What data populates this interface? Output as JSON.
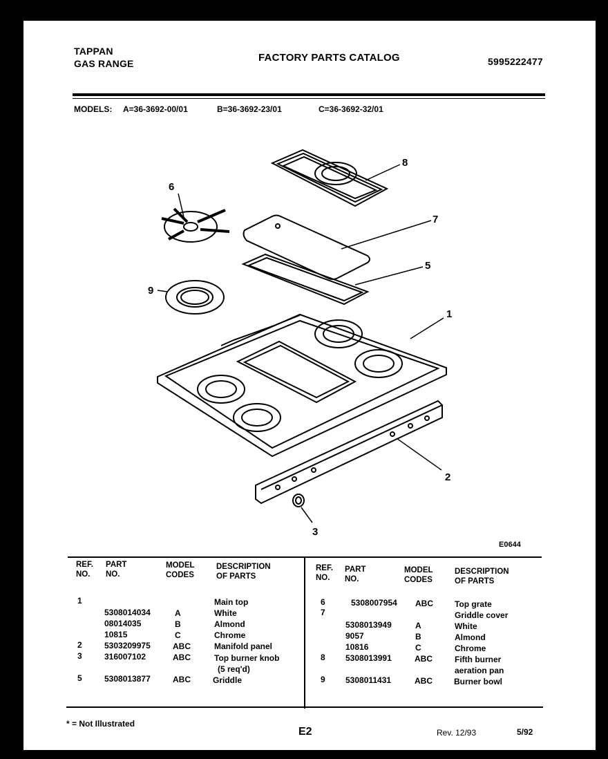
{
  "header": {
    "brand": "TAPPAN",
    "product": "GAS RANGE",
    "title": "FACTORY PARTS CATALOG",
    "catalog_number": "5995222477"
  },
  "models": {
    "label": "MODELS:",
    "a": "A=36-3692-00/01",
    "b": "B=36-3692-23/01",
    "c": "C=36-3692-32/01"
  },
  "diagram": {
    "code": "E0644",
    "callouts": [
      "8",
      "6",
      "7",
      "5",
      "9",
      "1",
      "2",
      "3"
    ]
  },
  "table": {
    "headers": {
      "ref": [
        "REF.",
        "NO."
      ],
      "part": [
        "PART",
        "NO."
      ],
      "model": [
        "MODEL",
        "CODES"
      ],
      "desc": [
        "DESCRIPTION",
        "OF PARTS"
      ]
    },
    "left_rows": [
      {
        "ref": "1",
        "part": "",
        "model": "",
        "desc": "Main top"
      },
      {
        "ref": "",
        "part": "5308014034",
        "model": "A",
        "desc": "White"
      },
      {
        "ref": "",
        "part": "08014035",
        "model": "B",
        "desc": "Almond"
      },
      {
        "ref": "",
        "part": "10815",
        "model": "C",
        "desc": "Chrome"
      },
      {
        "ref": "2",
        "part": "5303209975",
        "model": "ABC",
        "desc": "Manifold panel"
      },
      {
        "ref": "3",
        "part": "316007102",
        "model": "ABC",
        "desc": "Top burner knob"
      },
      {
        "ref": "",
        "part": "",
        "model": "",
        "desc": "(5 req'd)"
      },
      {
        "ref": "5",
        "part": "5308013877",
        "model": "ABC",
        "desc": "Griddle"
      }
    ],
    "right_rows": [
      {
        "ref": "6",
        "part": "5308007954",
        "model": "ABC",
        "desc": "Top grate"
      },
      {
        "ref": "7",
        "part": "",
        "model": "",
        "desc": "Griddle cover"
      },
      {
        "ref": "",
        "part": "5308013949",
        "model": "A",
        "desc": "White"
      },
      {
        "ref": "",
        "part": "9057",
        "model": "B",
        "desc": "Almond"
      },
      {
        "ref": "",
        "part": "10816",
        "model": "C",
        "desc": "Chrome"
      },
      {
        "ref": "8",
        "part": "5308013991",
        "model": "ABC",
        "desc": "Fifth burner"
      },
      {
        "ref": "",
        "part": "",
        "model": "",
        "desc": "aeration pan"
      },
      {
        "ref": "9",
        "part": "5308011431",
        "model": "ABC",
        "desc": "Burner bowl"
      }
    ]
  },
  "footer": {
    "note": "* = Not Illustrated",
    "page": "E2",
    "rev": "Rev. 12/93",
    "date": "5/92"
  }
}
